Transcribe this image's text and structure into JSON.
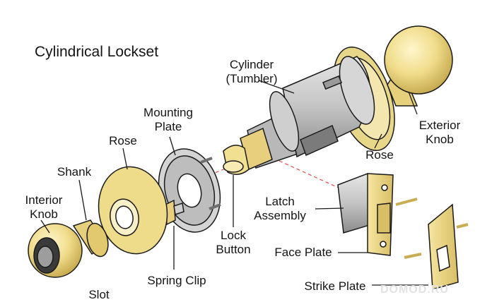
{
  "title": "Cylindrical Lockset",
  "labels": {
    "cylinder": "Cylinder\n(Tumbler)",
    "mounting_plate": "Mounting\nPlate",
    "rose_left": "Rose",
    "shank": "Shank",
    "interior_knob": "Interior\nKnob",
    "exterior_knob": "Exterior\nKnob",
    "rose_right": "Rose",
    "latch_assembly": "Latch\nAssembly",
    "lock_button": "Lock\nButton",
    "face_plate": "Face Plate",
    "spring_clip": "Spring Clip",
    "slot": "Slot",
    "strike_plate": "Strike Plate"
  },
  "watermark": "DOMOD.RU",
  "colors": {
    "brass": "#eedc8a",
    "brass_dark": "#cdb45c",
    "steel": "#c9c9c9",
    "steel_dark": "#8f8f8f",
    "outline": "#1a1a1a",
    "guide_line": "#e24a4a"
  }
}
